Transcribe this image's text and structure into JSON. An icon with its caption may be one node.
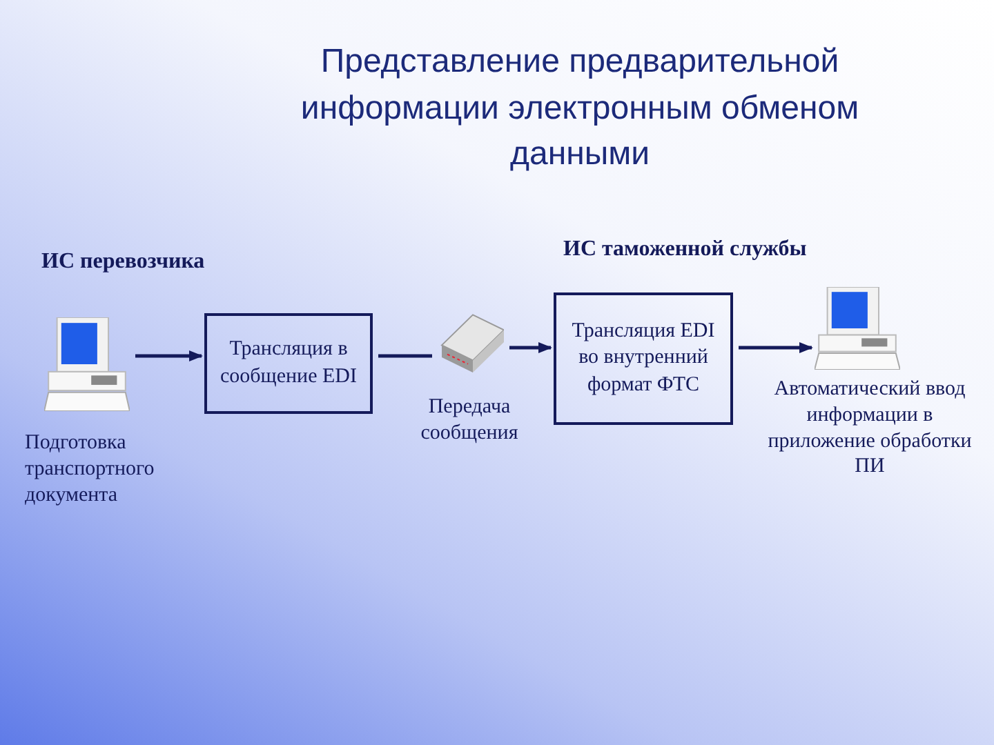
{
  "diagram": {
    "title": "Представление предварительной информации электронным обменом данными",
    "nodes": [
      {
        "text": [],
        "shape": "computer",
        "beside": [
          "Подготовка транспортного документа"
        ]
      },
      {
        "text": [
          "Трансляция в сообщение EDI"
        ]
      },
      {
        "text": [],
        "shape": "modem",
        "beside": [
          "Передача сообщения"
        ]
      },
      {
        "text": [
          "Трансляция EDI во внутренний формат ФТС"
        ]
      },
      {
        "text": [],
        "shape": "computer",
        "beside": [
          "Автоматический ввод информации в приложение обработки ПИ"
        ]
      }
    ],
    "edges": [
      {
        "from": 0,
        "to": 1,
        "arrow": "to"
      },
      {
        "from": 1,
        "to": 2,
        "arrow": "none"
      },
      {
        "from": 2,
        "to": 3,
        "arrow": "to"
      },
      {
        "from": 3,
        "to": 4,
        "arrow": "to"
      }
    ],
    "labels": [
      "ИС перевозчика",
      "ИС таможенной службы"
    ]
  }
}
